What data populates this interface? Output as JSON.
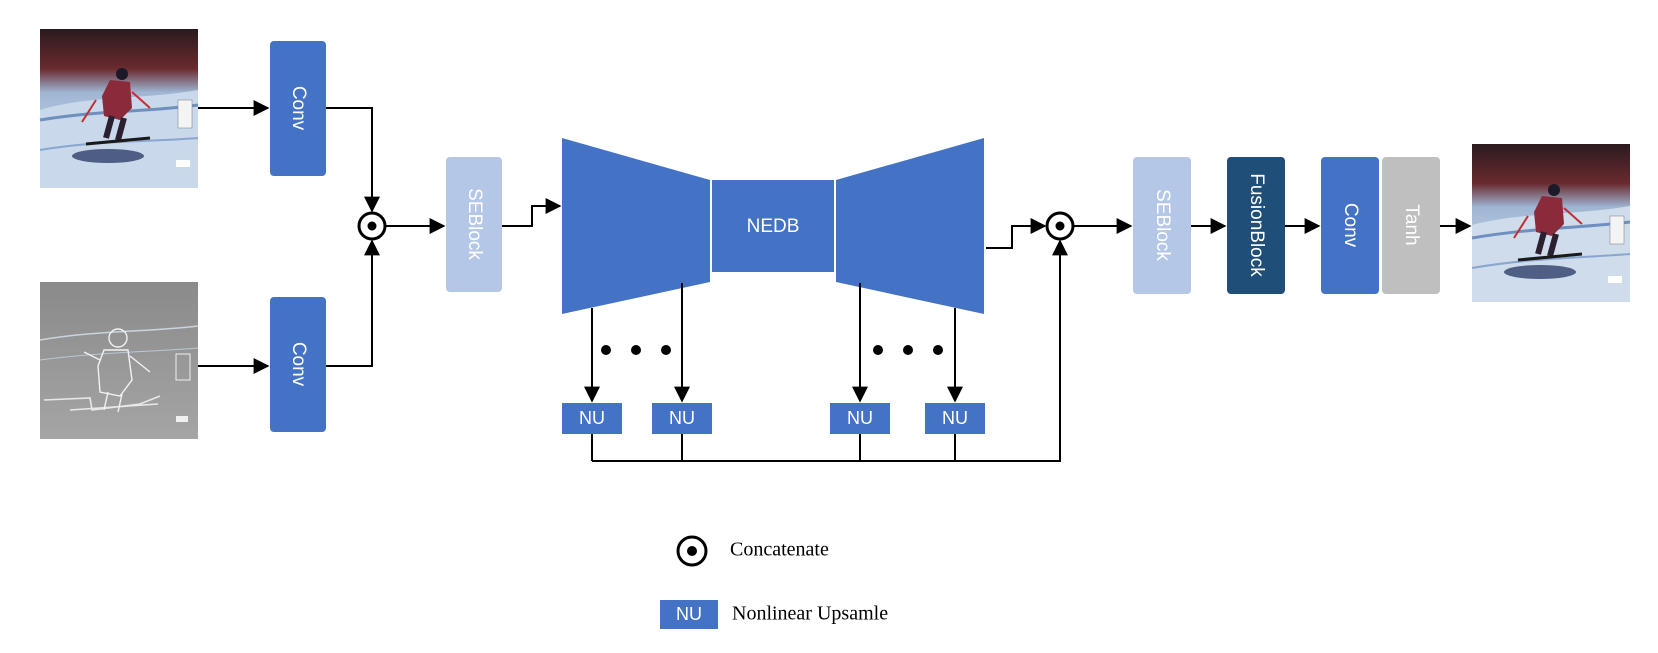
{
  "colors": {
    "block_blue": "#4472C4",
    "block_light_blue": "#B4C7E7",
    "block_dark_blue": "#1F4E79",
    "block_gray": "#BFBFBF",
    "line": "#000000"
  },
  "inputs": {
    "rgb_image": "photo of skier (blurred input)",
    "edge_image": "grayscale edge map of skier"
  },
  "blocks": {
    "conv_top": "Conv",
    "conv_bottom": "Conv",
    "seblock_in": "SEBlock",
    "nedb": "NEDB",
    "nu1": "NU",
    "nu2": "NU",
    "nu3": "NU",
    "nu4": "NU",
    "seblock_out": "SEBlock",
    "fusionblock": "FusionBlock",
    "conv_out": "Conv",
    "tanh": "Tanh"
  },
  "output": {
    "image": "photo of skier (restored output)"
  },
  "legend": {
    "concat_label": "Concatenate",
    "nu_box": "NU",
    "nu_label": "Nonlinear Upsamle"
  }
}
